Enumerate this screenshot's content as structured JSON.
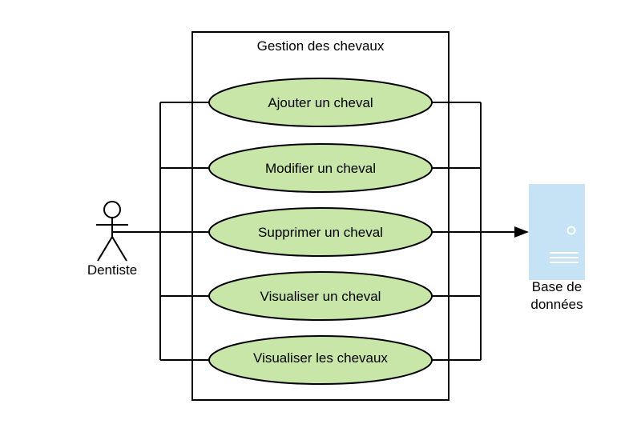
{
  "diagram": {
    "system_title": "Gestion des chevaux",
    "actor": {
      "label": "Dentiste"
    },
    "use_cases": [
      {
        "label": "Ajouter un cheval"
      },
      {
        "label": "Modifier un cheval"
      },
      {
        "label": "Supprimer un cheval"
      },
      {
        "label": "Visualiser un cheval"
      },
      {
        "label": "Visualiser les chevaux"
      }
    ],
    "database": {
      "label_line1": "Base de",
      "label_line2": "données"
    },
    "colors": {
      "use_case_fill": "#c8e6a7",
      "stroke": "#000000",
      "database_fill": "#c6e3f5",
      "database_detail": "#ffffff"
    }
  }
}
